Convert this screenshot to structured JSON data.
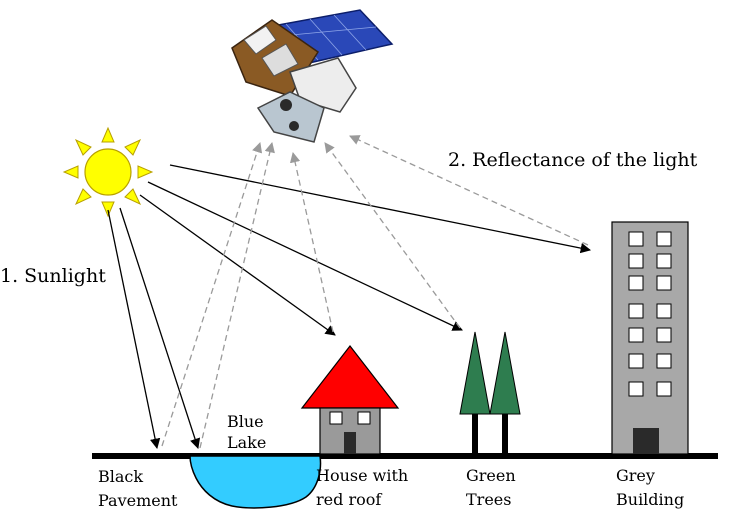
{
  "labels": {
    "sunlight": "1. Sunlight",
    "reflectance": "2. Reflectance of  the light",
    "black_pavement_line1": "Black",
    "black_pavement_line2": "Pavement",
    "blue_lake_line1": "Blue",
    "blue_lake_line2": "Lake",
    "house_line1": "House with",
    "house_line2": "red roof",
    "trees_line1": "Green",
    "trees_line2": "Trees",
    "building_line1": "Grey",
    "building_line2": "Building"
  },
  "colors": {
    "sun": "#ffff00",
    "sun_outline": "#b8a000",
    "lake": "#33ccff",
    "roof": "#ff0000",
    "house_wall": "#9a9a9a",
    "tree": "#2e7d4f",
    "building": "#a8a8a8",
    "ground": "#000000",
    "incoming_ray": "#000000",
    "reflected_ray": "#9a9a9a"
  },
  "icons": {
    "satellite": "satellite-icon",
    "sun": "sun-icon"
  }
}
